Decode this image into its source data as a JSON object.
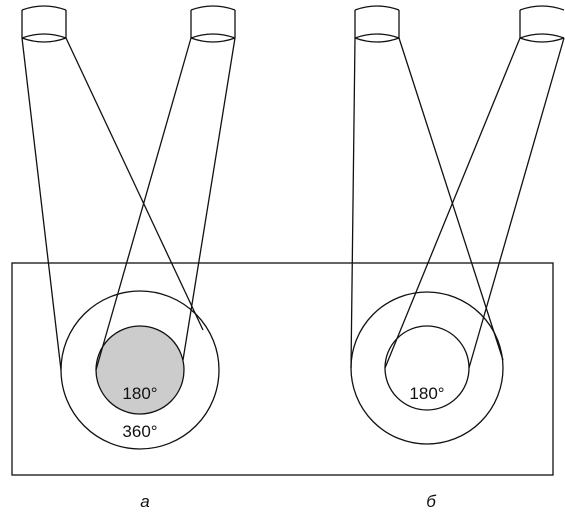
{
  "panels": [
    {
      "caption": "а",
      "inner_label": "180°",
      "outer_label": "360°",
      "inner_fill": "#cccccc"
    },
    {
      "caption": "б",
      "inner_label": "180°",
      "inner_fill": "#ffffff"
    }
  ],
  "colors": {
    "stroke": "#111111",
    "background": "#ffffff"
  }
}
